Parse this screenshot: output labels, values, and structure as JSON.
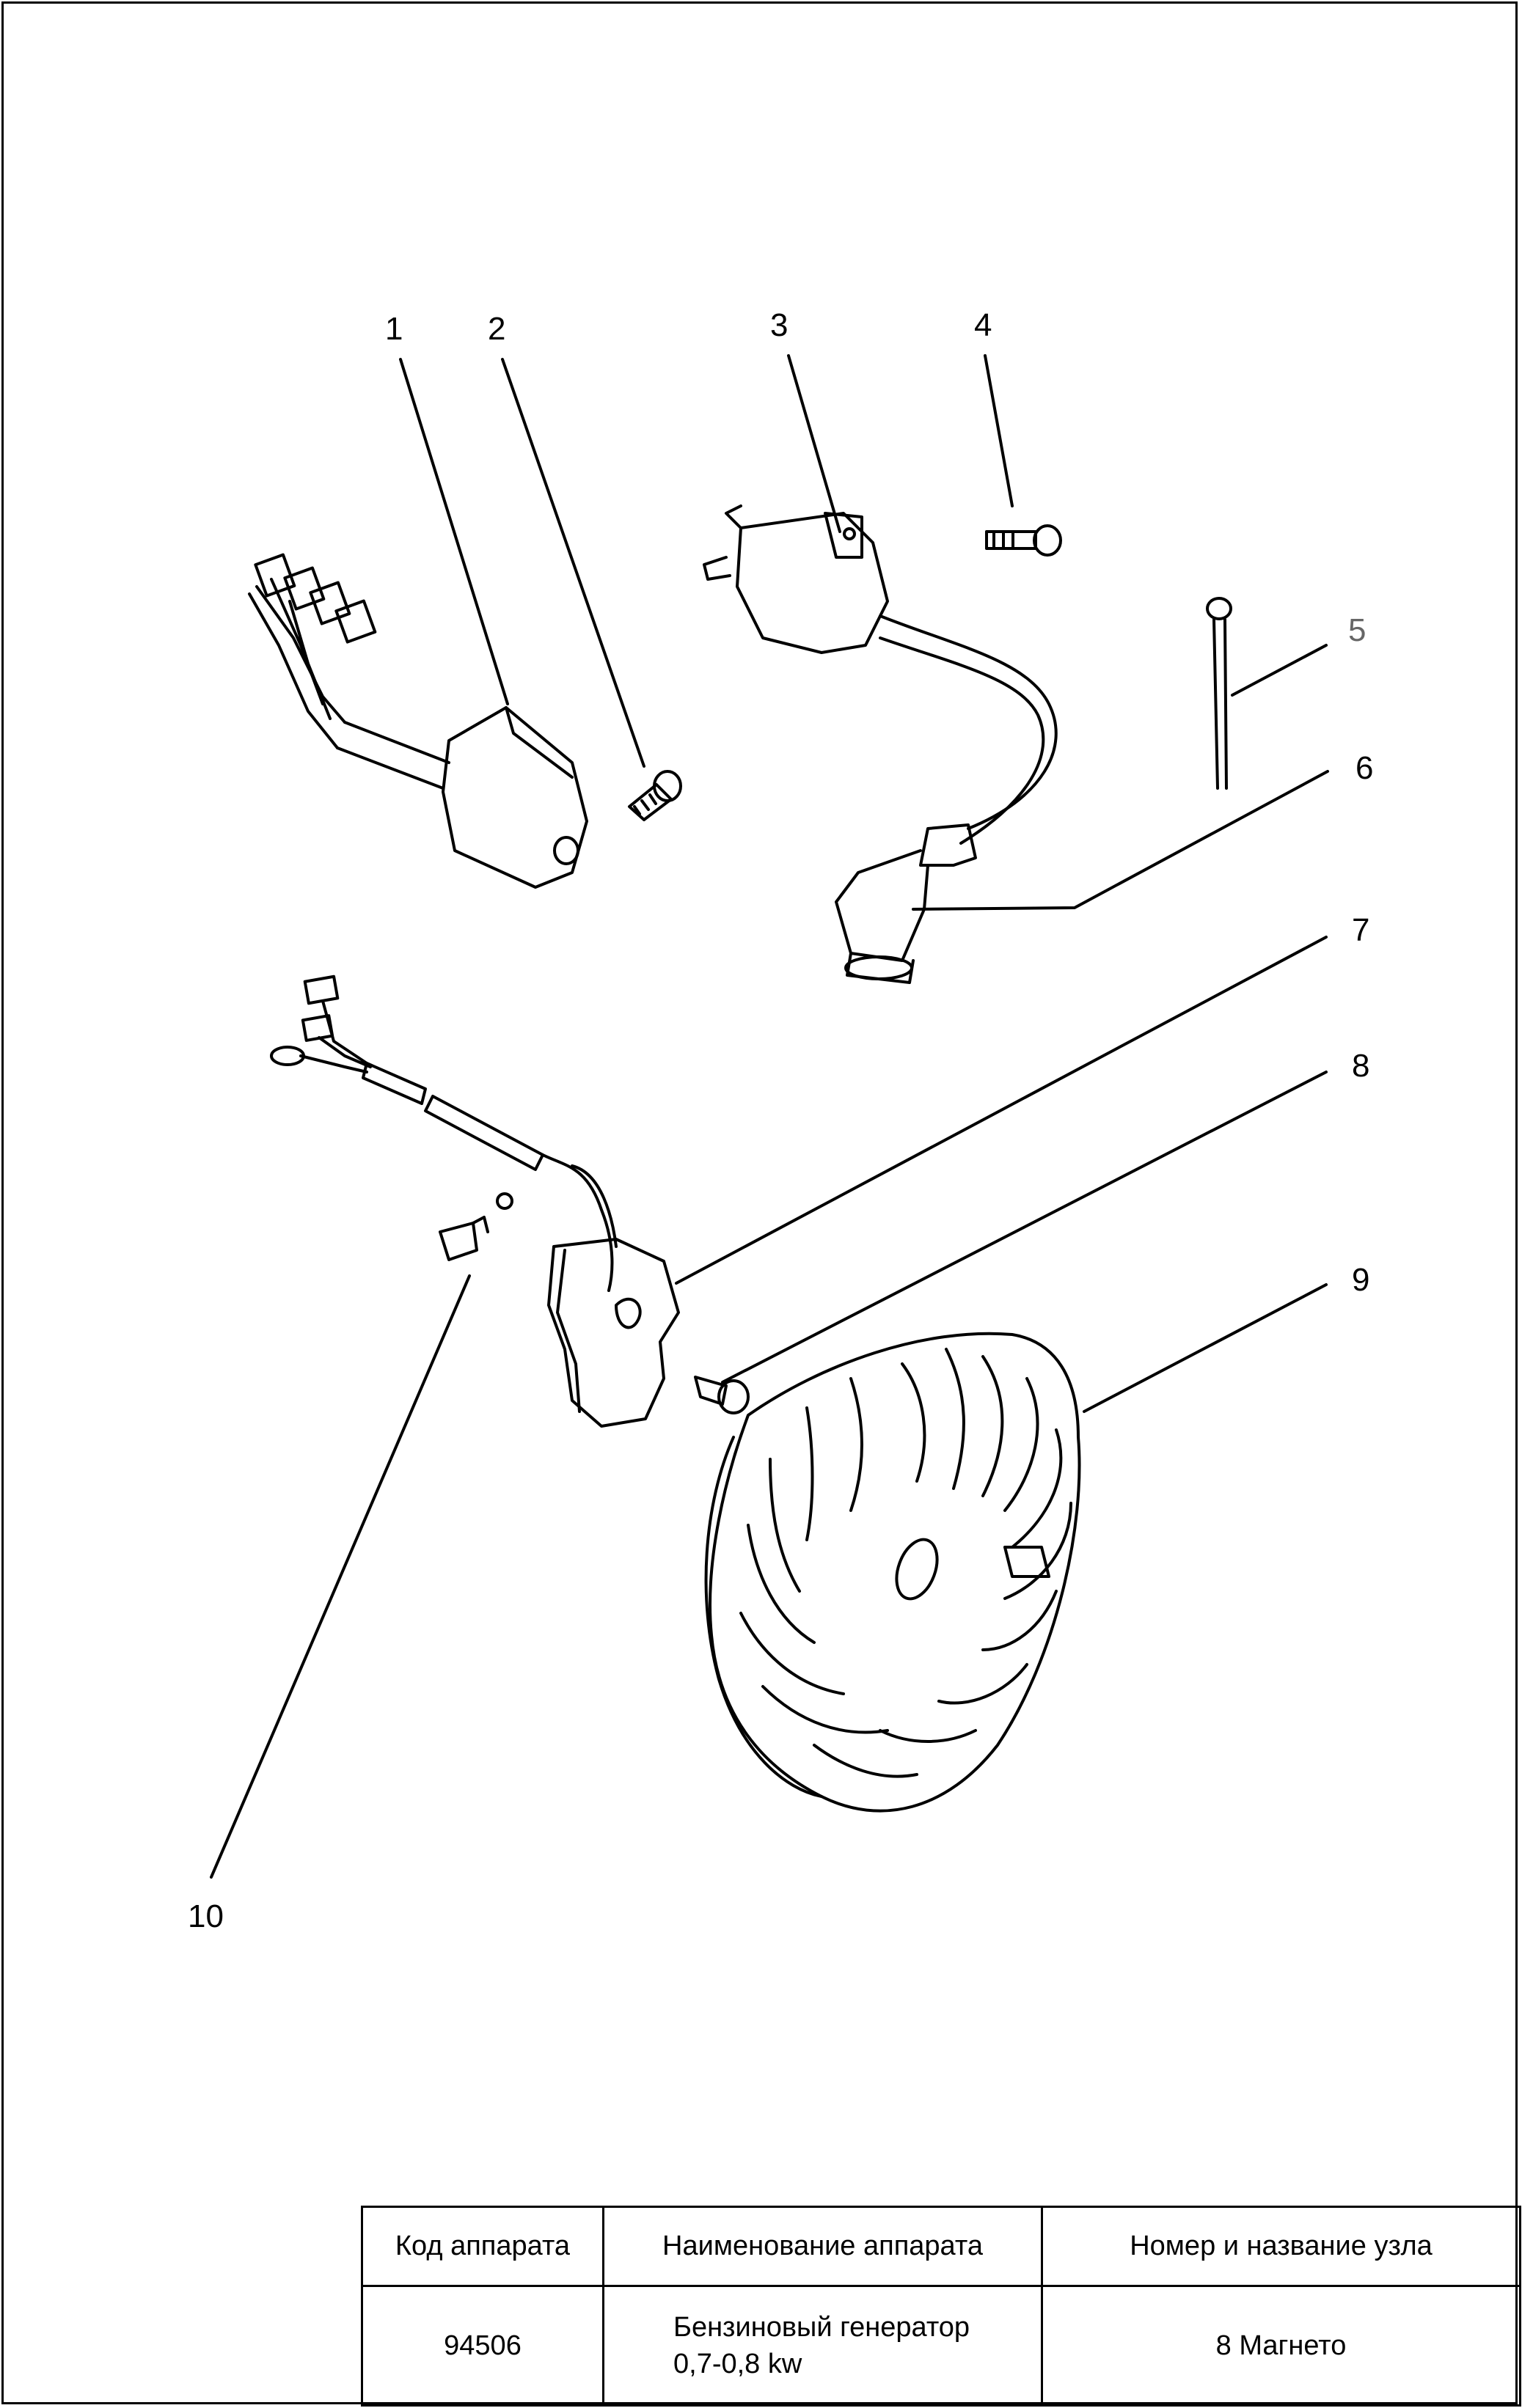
{
  "callouts": [
    "1",
    "2",
    "3",
    "4",
    "5",
    "6",
    "7",
    "8",
    "9",
    "10"
  ],
  "parts": [
    {
      "id": "1",
      "name": "ignition-module-icon"
    },
    {
      "id": "2",
      "name": "screw-icon"
    },
    {
      "id": "3",
      "name": "ignition-coil-icon"
    },
    {
      "id": "4",
      "name": "bolt-icon"
    },
    {
      "id": "5",
      "name": "cable-tie-icon"
    },
    {
      "id": "6",
      "name": "spark-plug-cap-icon"
    },
    {
      "id": "7",
      "name": "stator-icon"
    },
    {
      "id": "8",
      "name": "bolt-icon"
    },
    {
      "id": "9",
      "name": "flywheel-icon"
    },
    {
      "id": "10",
      "name": "wire-clamp-icon"
    }
  ],
  "table": {
    "headers": [
      "Код аппарата",
      "Наименование аппарата",
      "Номер и название узла"
    ],
    "code": "94506",
    "device_name": [
      "Бензиновый генератор",
      "0,7-0,8 kw"
    ],
    "assembly": "8 Магнето"
  }
}
